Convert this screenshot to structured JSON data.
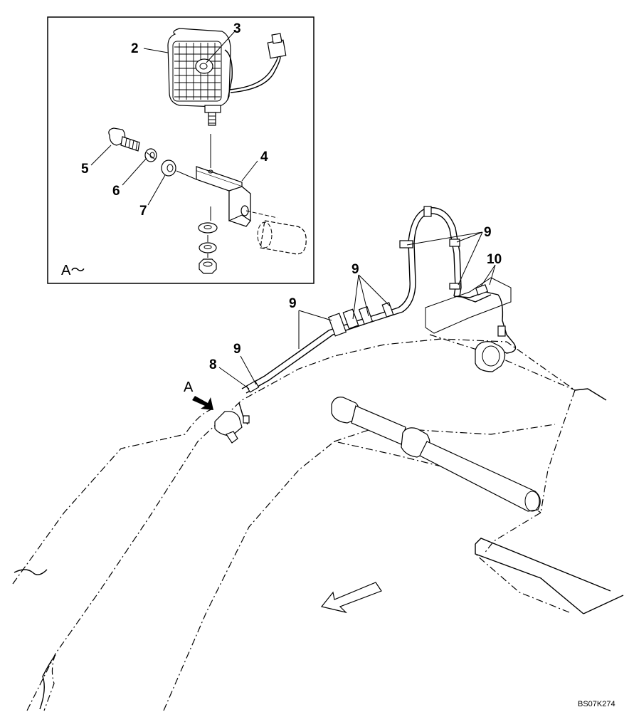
{
  "diagram": {
    "view_label": "A～",
    "view_arrow_label": "A",
    "reference_code": "BS07K274",
    "callouts": [
      {
        "id": "2",
        "text": "2"
      },
      {
        "id": "3",
        "text": "3"
      },
      {
        "id": "4",
        "text": "4"
      },
      {
        "id": "5",
        "text": "5"
      },
      {
        "id": "6",
        "text": "6"
      },
      {
        "id": "7",
        "text": "7"
      },
      {
        "id": "8",
        "text": "8"
      },
      {
        "id": "9a",
        "text": "9"
      },
      {
        "id": "9b",
        "text": "9"
      },
      {
        "id": "9c",
        "text": "9"
      },
      {
        "id": "9d",
        "text": "9"
      },
      {
        "id": "10",
        "text": "10"
      }
    ]
  }
}
